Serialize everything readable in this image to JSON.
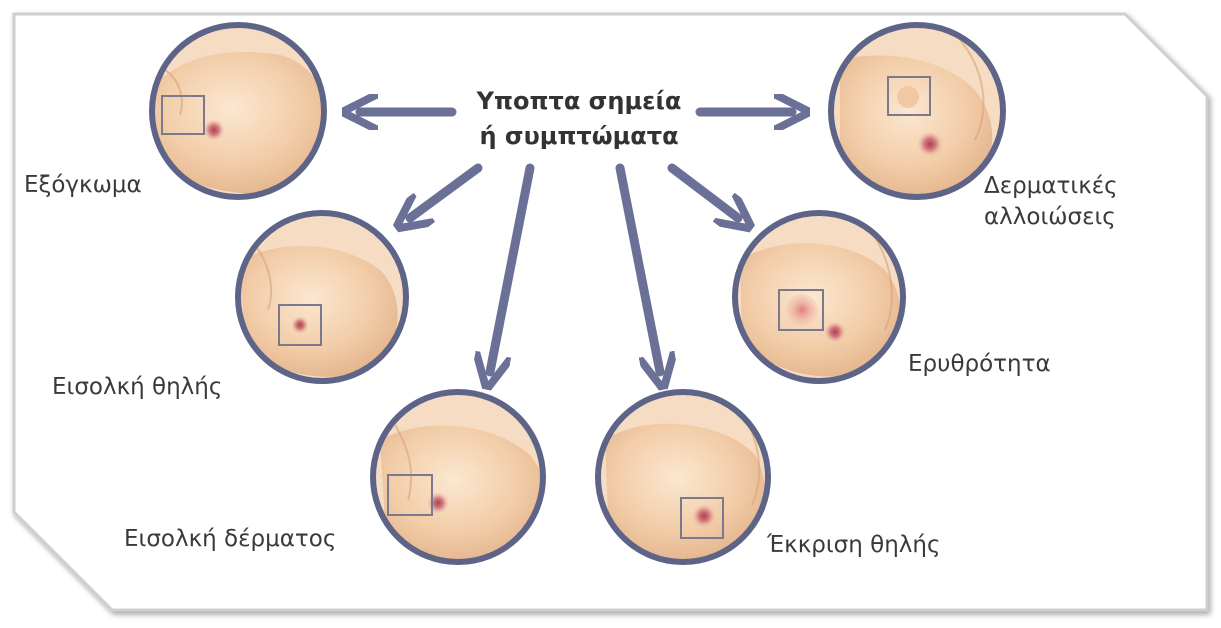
{
  "title": {
    "line1": "Υποπτα σημεία",
    "line2": "ή συμπτώματα"
  },
  "symptoms": [
    {
      "label": "Εξόγκωμα"
    },
    {
      "label_line1": "Δερματικές",
      "label_line2": "αλλοιώσεις"
    },
    {
      "label": "Εισολκή θηλής"
    },
    {
      "label": "Ερυθρότητα"
    },
    {
      "label": "Εισολκή δέρματος"
    },
    {
      "label": "Έκκριση θηλής"
    }
  ],
  "colors": {
    "arrow": "#6b7196",
    "circle_border": "#5e6487",
    "skin_light": "#f8e0c6",
    "skin_mid": "#eec39a",
    "skin_shadow": "#d9a47a",
    "nipple": "#c9656e",
    "redness": "#e7948f",
    "marker_box": "#7a7a8c",
    "frame": "#d7d7d7"
  },
  "icons": [
    "arrow-icon",
    "breast-illustration"
  ]
}
